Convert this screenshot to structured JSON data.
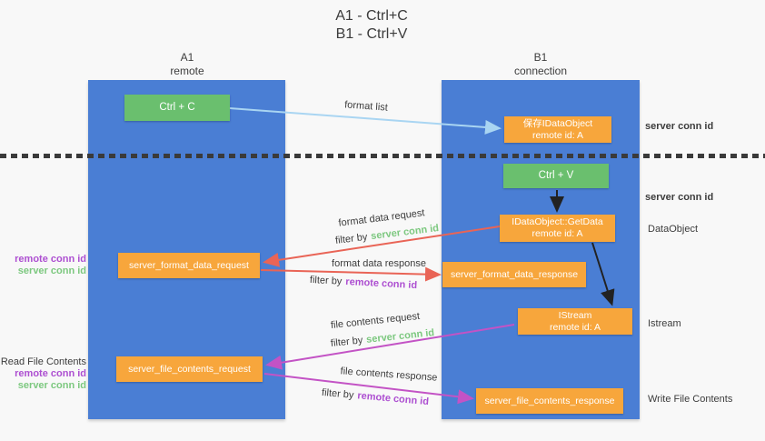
{
  "title": {
    "line1": "A1 - Ctrl+C",
    "line2": "B1 - Ctrl+V"
  },
  "lanes": {
    "left": {
      "name": "A1",
      "subtitle": "remote"
    },
    "right": {
      "name": "B1",
      "subtitle": "connection"
    }
  },
  "nodes": {
    "ctrl_c": {
      "label": "Ctrl + C"
    },
    "ctrl_v": {
      "label": "Ctrl + V"
    },
    "save_idataobject": {
      "line1": "保存IDataObject",
      "line2": "remote id: A"
    },
    "getdata": {
      "line1": "IDataObject::GetData",
      "line2": "remote id: A"
    },
    "istream": {
      "line1": "IStream",
      "line2": "remote id: A"
    },
    "format_request": {
      "label": "server_format_data_request"
    },
    "format_response": {
      "label": "server_format_data_response"
    },
    "file_request": {
      "label": "server_file_contents_request"
    },
    "file_response": {
      "label": "server_file_contents_response"
    }
  },
  "edges": {
    "format_list": "format list",
    "format_data_request": "format data request",
    "format_data_response": "format data response",
    "file_contents_request": "file contents request",
    "file_contents_response": "file contents response",
    "filter_by": "filter by"
  },
  "ids": {
    "server_conn_id": "server conn id",
    "remote_conn_id": "remote conn id"
  },
  "side": {
    "read_file_contents": "Read File Contents",
    "write_file_contents": "Write File Contents",
    "dataobject": "DataObject",
    "istream": "Istream"
  },
  "colors": {
    "background": "#f8f8f8",
    "lane_blue": "#4a7ed4",
    "box_green": "#6abf6e",
    "box_orange": "#f7a63c",
    "text_green": "#7cc87f",
    "text_purple": "#ad4fd1",
    "arrow_red": "#e96456",
    "arrow_magenta": "#c353c5",
    "arrow_blue": "#a9d5f2",
    "arrow_black": "#222222",
    "text_dark": "#3c3c3c",
    "dotted_line": "#3a3a3a"
  }
}
